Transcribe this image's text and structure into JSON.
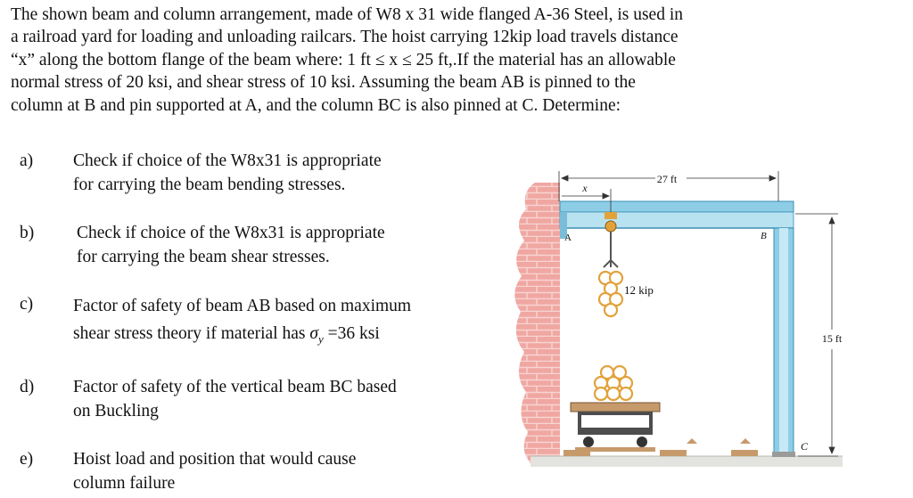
{
  "problem": {
    "intro_lines": [
      "The shown beam and column arrangement, made of W8 x 31 wide flanged A-36 Steel, is used in",
      "a railroad yard for loading and unloading railcars. The hoist carrying 12kip load travels distance",
      "“x” along the bottom flange of the beam where: 1 ft ≤ x ≤ 25 ft,.If the material has an allowable",
      "normal stress of 20 ksi, and shear stress of 10 ksi. Assuming the beam AB is pinned to the",
      "column at B and pin supported at A, and the column BC is also pinned at C. Determine:"
    ]
  },
  "questions": [
    {
      "letter": "a)",
      "lines": [
        "Check if choice of the W8x31 is appropriate",
        "for carrying the beam bending stresses."
      ]
    },
    {
      "letter": "b)",
      "lines": [
        "Check if choice of the W8x31 is appropriate",
        "for carrying the beam shear stresses."
      ]
    },
    {
      "letter": "c)",
      "lines": [
        "Factor of safety of beam AB  based on maximum",
        "shear stress theory if material has"
      ],
      "sigma_symbol": "σ",
      "sigma_sub": "y",
      "sigma_value": " =36 ksi"
    },
    {
      "letter": "d)",
      "lines": [
        "Factor of safety of the vertical  beam BC  based",
        "on Buckling"
      ]
    },
    {
      "letter": "e)",
      "lines": [
        "Hoist load and position that would cause",
        "column failure"
      ]
    }
  ],
  "figure": {
    "span_label": "27 ft",
    "x_label": "x",
    "load_label": "12 kip",
    "height_label": "15 ft",
    "point_a": "A",
    "point_b": "B",
    "point_c": "C",
    "colors": {
      "brick": "#f0a7a2",
      "brick_mortar": "#f7d4d0",
      "steel": "#8ecde6",
      "steel_dark": "#3a8fb5",
      "ground": "#e3e3df",
      "pipes": "#c9c9c9",
      "wood": "#c79a6b"
    }
  }
}
